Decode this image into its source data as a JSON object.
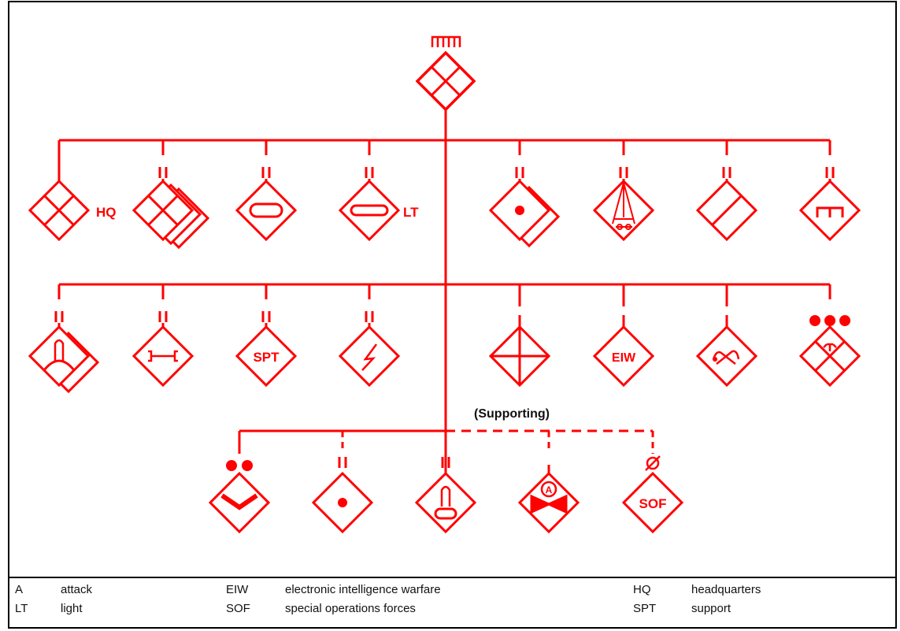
{
  "diagram": {
    "color": "#ff0000",
    "labels": {
      "hq": "HQ",
      "lt": "LT",
      "spt": "SPT",
      "eiw": "EIW",
      "a": "A",
      "sof": "SOF",
      "supporting": "(Supporting)"
    }
  },
  "legend": {
    "col1": [
      {
        "abbr": "A",
        "meaning": "attack"
      },
      {
        "abbr": "LT",
        "meaning": "light"
      }
    ],
    "col2": [
      {
        "abbr": "EIW",
        "meaning": "electronic intelligence warfare"
      },
      {
        "abbr": "SOF",
        "meaning": "special operations forces"
      }
    ],
    "col3": [
      {
        "abbr": "HQ",
        "meaning": "headquarters"
      },
      {
        "abbr": "SPT",
        "meaning": "support"
      }
    ]
  }
}
